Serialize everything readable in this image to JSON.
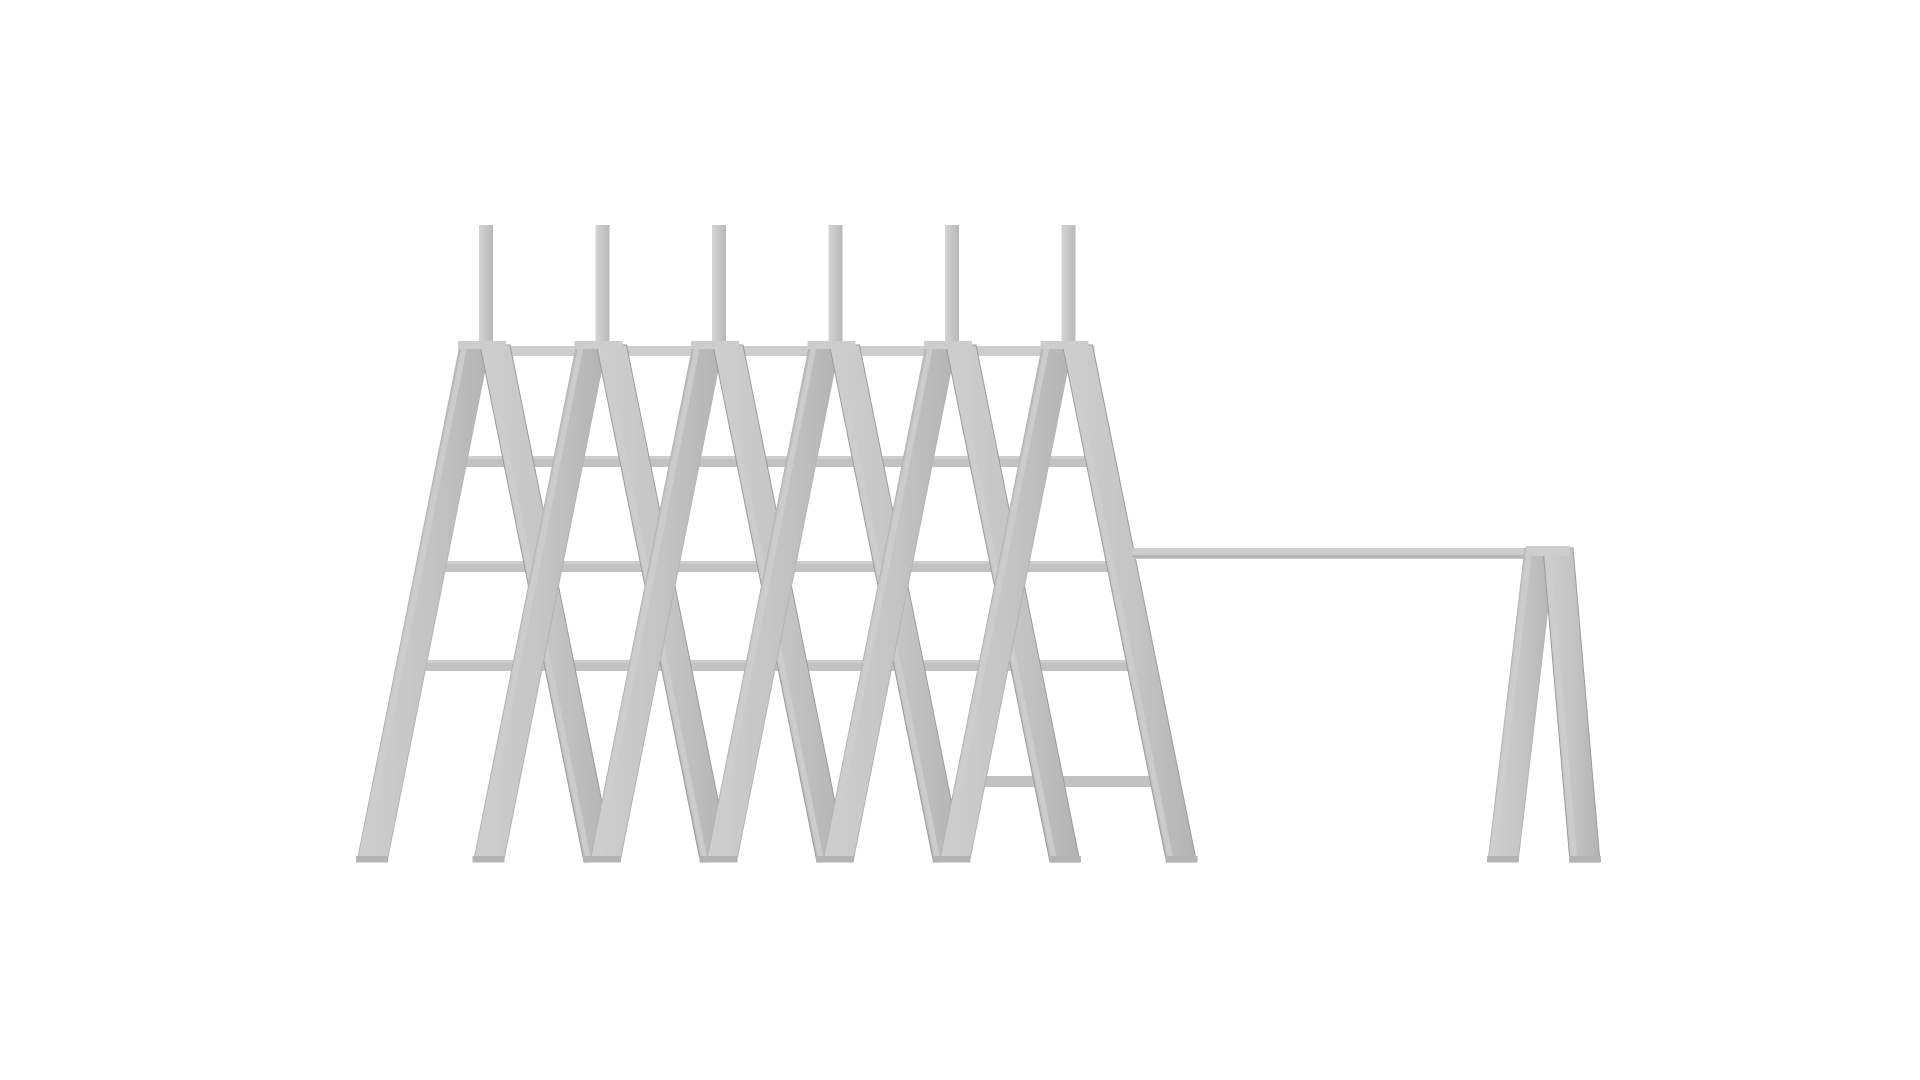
{
  "scene": {
    "subject": "a-frame-play-structure-line-drawing",
    "background_color": "#ffffff",
    "colors": {
      "beam_light": "#cdcdcd",
      "beam_mid": "#c2c2c2",
      "beam_dark": "#b4b4b4",
      "shadow": "#9c9c9c"
    },
    "counts": {
      "a_frames": 6,
      "vertical_posts": 6,
      "rungs_per_level": 4,
      "swing_a_frames": 1
    }
  }
}
